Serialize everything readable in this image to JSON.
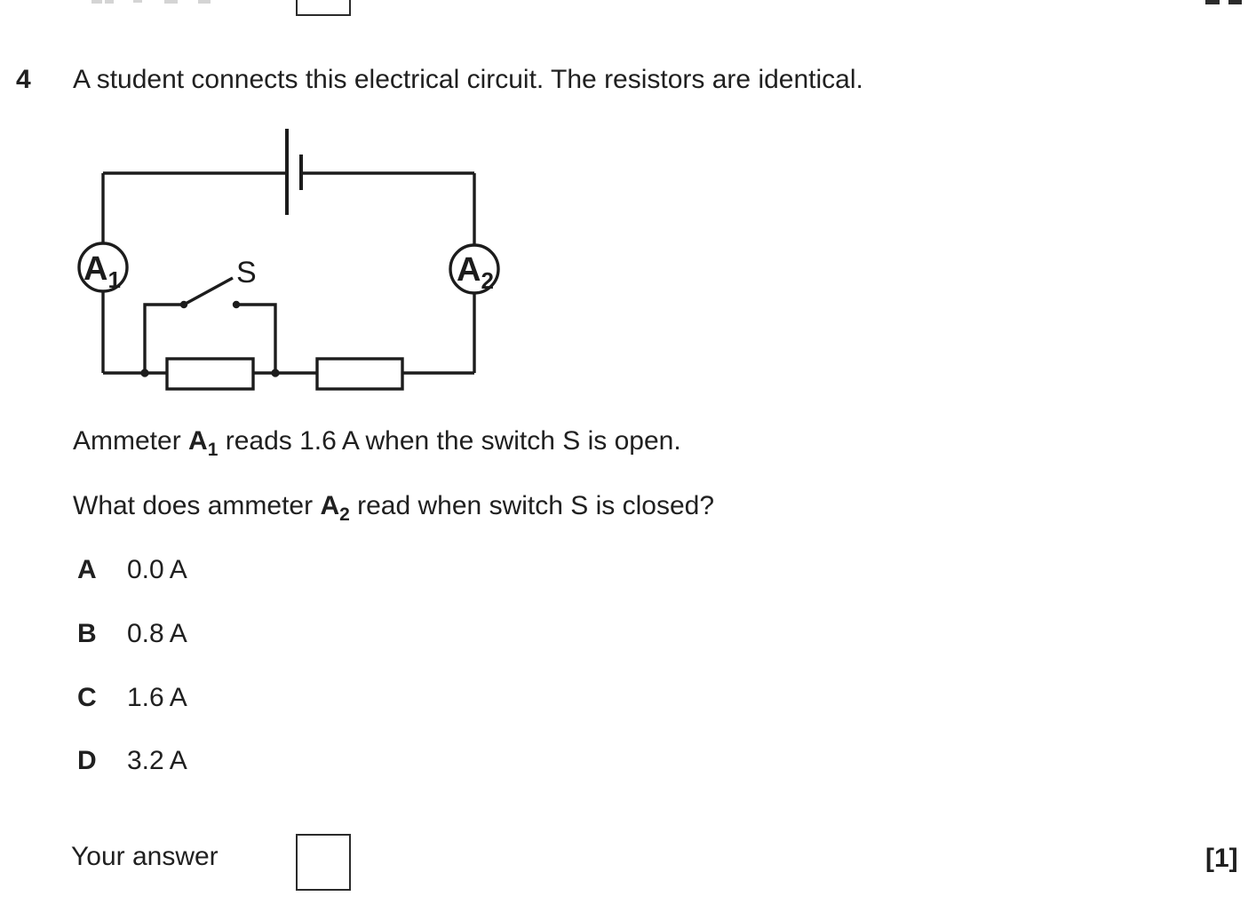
{
  "colors": {
    "ink": "#1c1c1c",
    "text": "#202020",
    "background": "#ffffff"
  },
  "question": {
    "number": "4",
    "prompt": "A student connects this electrical circuit. The resistors are identical."
  },
  "circuit": {
    "ammeter1": {
      "symbol": "A",
      "subscript": "1"
    },
    "ammeter2": {
      "symbol": "A",
      "subscript": "2"
    },
    "switch_label": "S",
    "components": [
      "battery",
      "ammeter-A1",
      "ammeter-A2",
      "switch-S",
      "resistor",
      "resistor"
    ]
  },
  "statements": {
    "s1": {
      "pre": "Ammeter ",
      "sym": "A",
      "sub": "1",
      "post": " reads 1.6 A when the switch S is open."
    },
    "s2": {
      "pre": "What does ammeter ",
      "sym": "A",
      "sub": "2",
      "post": " read when switch S is closed?"
    }
  },
  "options": [
    {
      "letter": "A",
      "value": "0.0 A"
    },
    {
      "letter": "B",
      "value": "0.8 A"
    },
    {
      "letter": "C",
      "value": "1.6 A"
    },
    {
      "letter": "D",
      "value": "3.2 A"
    }
  ],
  "answer": {
    "label": "Your answer",
    "marks": "[1]"
  }
}
